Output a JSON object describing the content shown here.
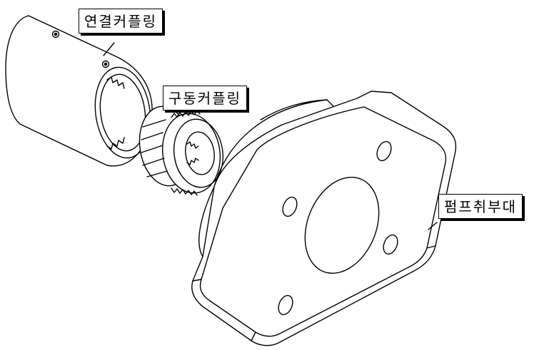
{
  "labels": {
    "connection_coupling": "연결커플링",
    "drive_coupling": "구동커플링",
    "pump_mount": "펌프취부대"
  },
  "colors": {
    "stroke": "#000000",
    "fill": "#ffffff"
  }
}
